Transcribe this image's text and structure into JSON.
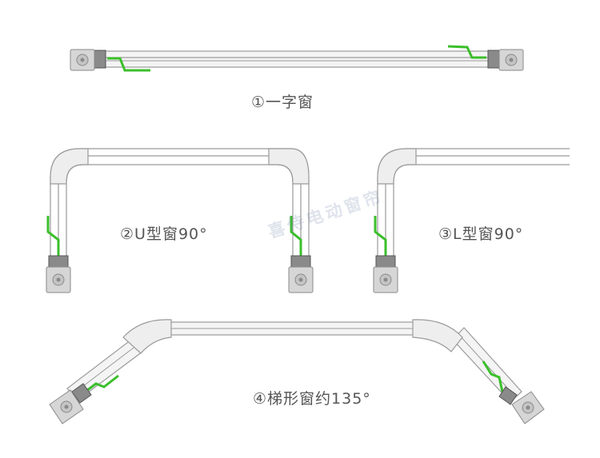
{
  "colors": {
    "rail_outline": "#9a9a9a",
    "rail_fill": "#f4f4f4",
    "cable_green": "#3bbf2b",
    "motor_fill": "#d6d6d6",
    "motor_cap": "#bdbdbd",
    "connector_dark": "#3a3a3a",
    "label_text": "#555555",
    "watermark": "#8aa0c8"
  },
  "figures": {
    "straight": {
      "label": "①一字窗"
    },
    "u_shape": {
      "label": "②U型窗90°"
    },
    "l_shape": {
      "label": "③L型窗90°"
    },
    "trapezoid": {
      "label": "④梯形窗约135°"
    }
  },
  "watermark": {
    "text": "喜侍电动窗帘"
  },
  "icons": {
    "motor": "curtain-motor-icon",
    "corner": "rail-corner-bend-icon",
    "cable": "power-cable-icon"
  }
}
